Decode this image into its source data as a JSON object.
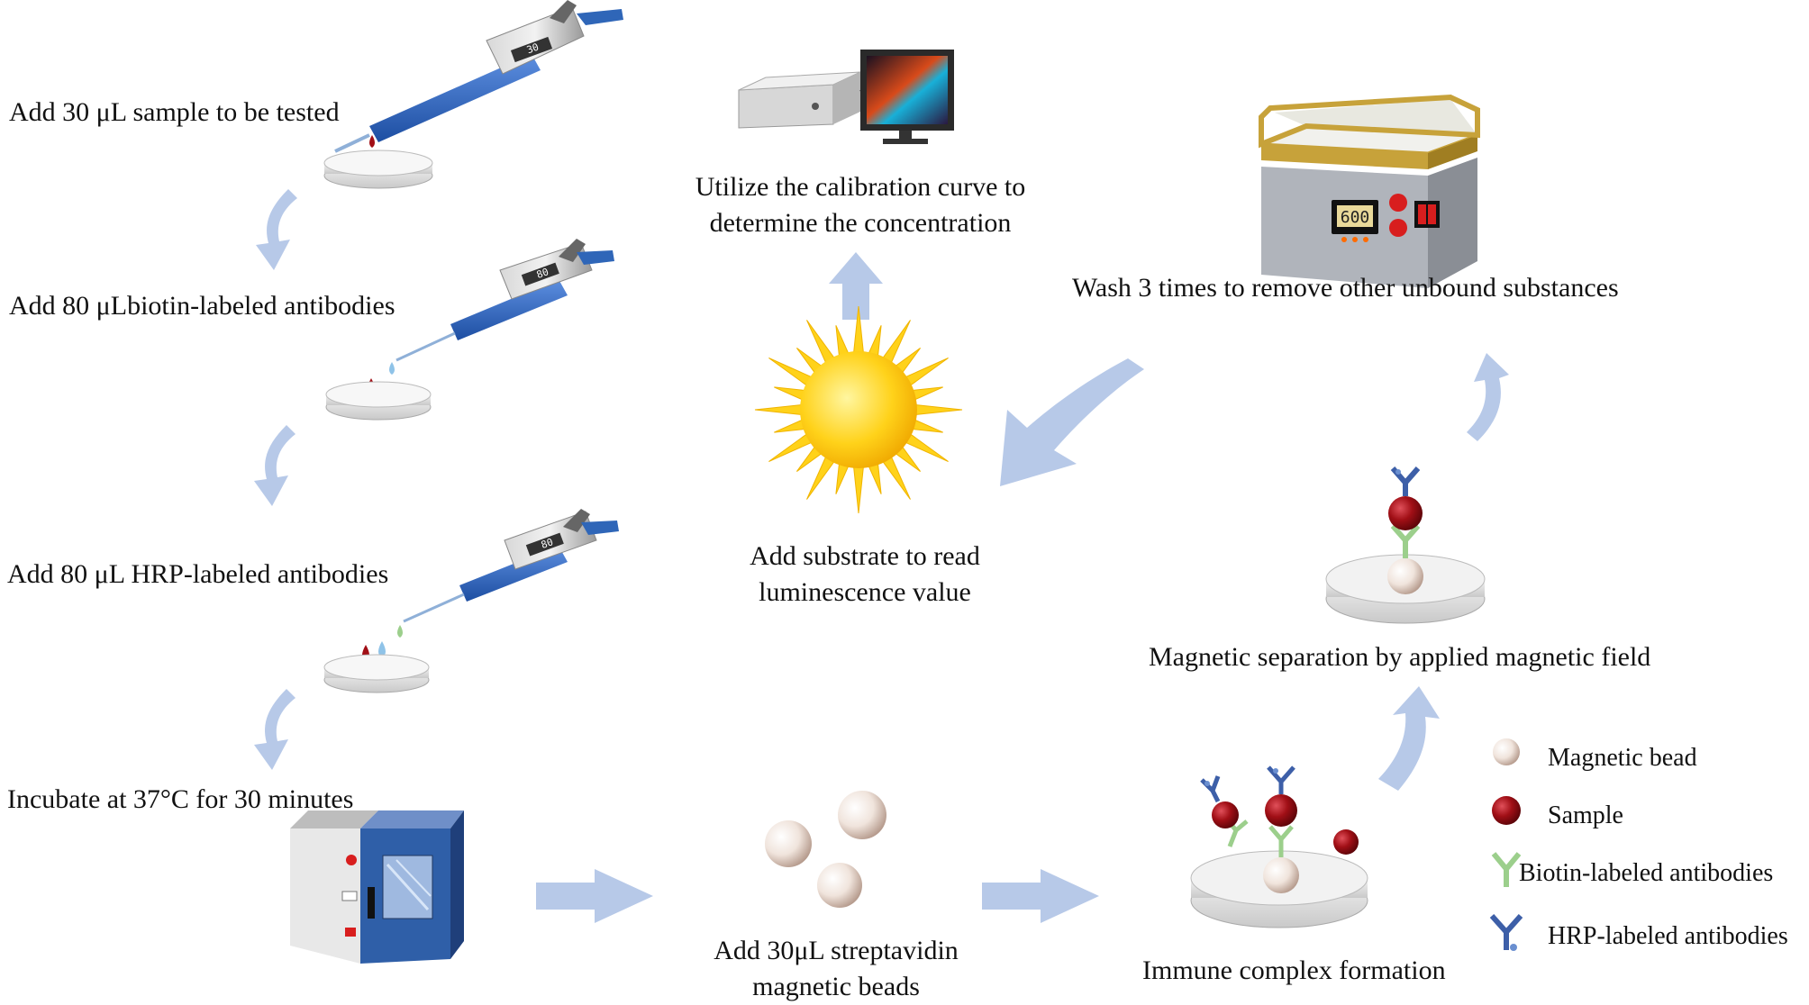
{
  "steps": {
    "add_sample": "Add 30 μL sample to be tested",
    "add_biotin": "Add 80 μLbiotin-labeled antibodies",
    "add_hrp": "Add 80 μL HRP-labeled antibodies",
    "incubate": "Incubate at 37°C for 30 minutes",
    "add_beads_line1": "Add 30μL streptavidin",
    "add_beads_line2": "magnetic beads",
    "immune_complex": "Immune complex formation",
    "magnetic_separation": "Magnetic separation by applied magnetic field",
    "wash": "Wash 3 times to remove other unbound substances",
    "substrate_line1": "Add substrate to read",
    "substrate_line2": "luminescence value",
    "calibration_line1": "Utilize the calibration curve to",
    "calibration_line2": "determine the concentration"
  },
  "pipettes": {
    "display_1": "30",
    "display_2": "80",
    "display_3": "80"
  },
  "shaker_display": "600",
  "legend": {
    "magnetic_bead": "Magnetic bead",
    "sample": "Sample",
    "biotin_antibodies": "Biotin-labeled antibodies",
    "hrp_antibodies": "HRP-labeled antibodies"
  },
  "colors": {
    "arrow": "#b7c9e8",
    "sample_red": "#a10f16",
    "bead": "#f0e4dc",
    "biotin_green": "#9ccf8c",
    "hrp_blue": "#3d5fa8",
    "pipette_blue": "#2f66b8",
    "sun_yellow": "#ffd21a",
    "shaker_gold": "#c7a23a"
  }
}
